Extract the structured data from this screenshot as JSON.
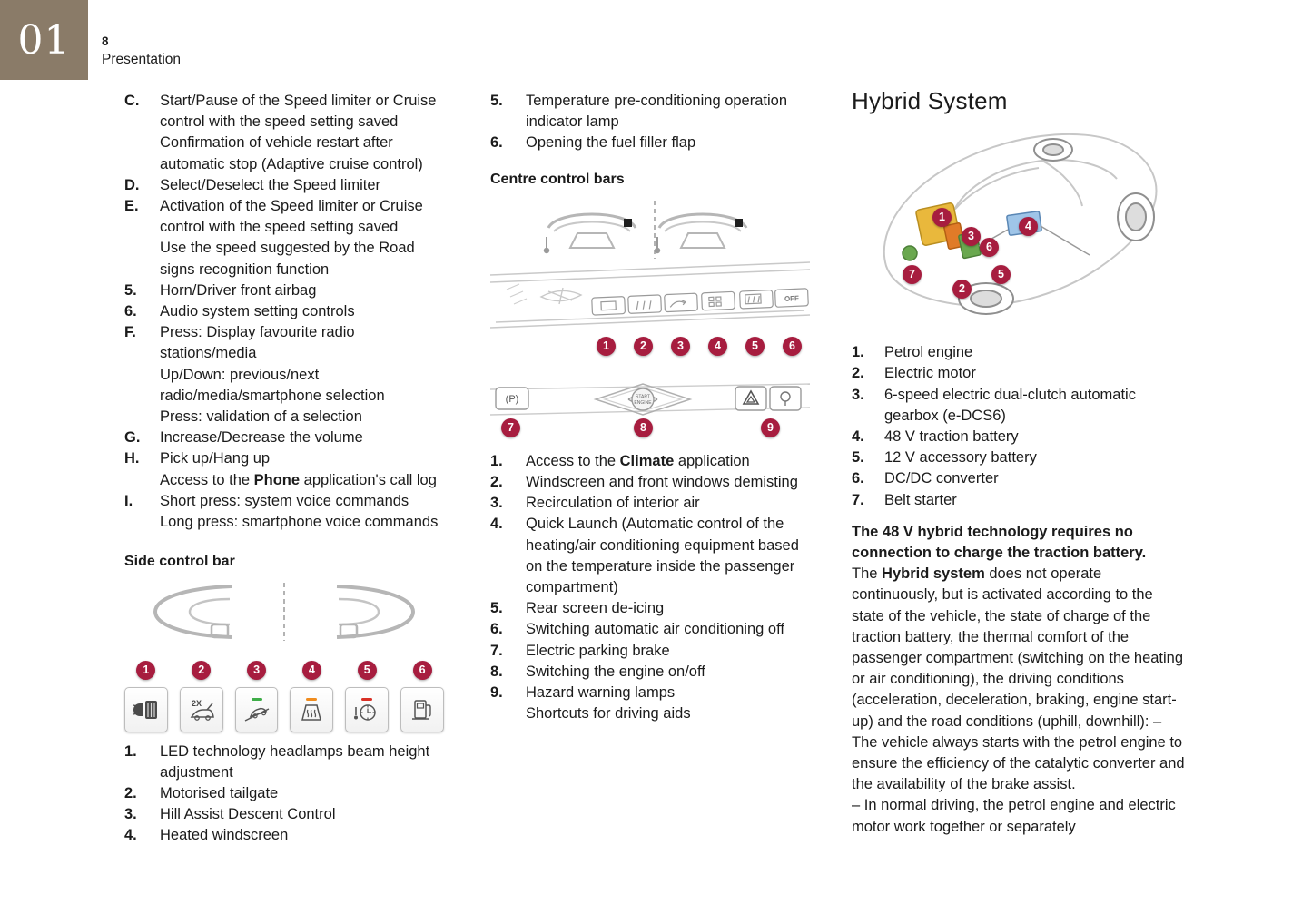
{
  "colors": {
    "accent_callout": "#a71d3f",
    "chapter_box": "#8a7b68",
    "led_green": "#3fae49",
    "led_amber": "#f08c1e",
    "led_red": "#d93025",
    "engine_yellow": "#e9b83c",
    "motor_green": "#6aa84f",
    "battery_blue": "#9fc5e8"
  },
  "icons": {
    "side_buttons": [
      "headlamp-leveling-icon",
      "motorised-tailgate-icon",
      "hill-assist-descent-icon",
      "heated-windscreen-icon",
      "pre-conditioning-timer-icon",
      "fuel-filler-flap-icon"
    ],
    "centre_buttons": [
      "climate-app-icon",
      "front-demist-icon",
      "recirculation-icon",
      "quick-launch-icon",
      "rear-demist-icon",
      "ac-off-icon",
      "parking-brake-icon",
      "start-engine-icon",
      "hazard-warning-icon"
    ],
    "misc": [
      "steering-wheel-icon",
      "thermometer-icon",
      "car-outline-drawing"
    ]
  },
  "header": {
    "chapter_number": "01",
    "page_number": "8",
    "section_title": "Presentation"
  },
  "column1": {
    "control_items": [
      {
        "label": "C.",
        "text": "Start/Pause of the Speed limiter or Cruise control with the speed setting saved\nConfirmation of vehicle restart after automatic stop (Adaptive cruise control)"
      },
      {
        "label": "D.",
        "text": "Select/Deselect the Speed limiter"
      },
      {
        "label": "E.",
        "text": "Activation of the Speed limiter or Cruise control with the speed setting saved\nUse the speed suggested by the Road signs recognition function"
      },
      {
        "label": "5.",
        "text": "Horn/Driver front airbag"
      },
      {
        "label": "6.",
        "text": "Audio system setting controls"
      },
      {
        "label": "F.",
        "text": "Press: Display favourite radio stations/media\nUp/Down: previous/next radio/media/smartphone selection\nPress: validation of a selection"
      },
      {
        "label": "G.",
        "text": "Increase/Decrease the volume"
      },
      {
        "label": "H.",
        "text": [
          {
            "t": "Pick up/Hang up\nAccess to the ",
            "b": false
          },
          {
            "t": "Phone",
            "b": true
          },
          {
            "t": " application's call log",
            "b": false
          }
        ]
      },
      {
        "label": "I.",
        "text": "Short press: system voice commands\nLong press: smartphone voice commands"
      }
    ],
    "side_control_heading": "Side control bar",
    "side_illustration": {
      "callouts": [
        "1",
        "2",
        "3",
        "4",
        "5",
        "6"
      ],
      "tailgate_button_label": "2X"
    },
    "side_control_items": [
      {
        "label": "1.",
        "text": "LED technology headlamps beam height adjustment"
      },
      {
        "label": "2.",
        "text": "Motorised tailgate"
      },
      {
        "label": "3.",
        "text": "Hill Assist Descent Control"
      },
      {
        "label": "4.",
        "text": "Heated windscreen"
      }
    ]
  },
  "column2": {
    "top_items": [
      {
        "label": "5.",
        "text": "Temperature pre-conditioning operation indicator lamp"
      },
      {
        "label": "6.",
        "text": "Opening the fuel filler flap"
      }
    ],
    "centre_control_heading": "Centre control bars",
    "centre_illustration": {
      "row1_callouts": [
        "1",
        "2",
        "3",
        "4",
        "5",
        "6"
      ],
      "row2_callouts": [
        "7",
        "8",
        "9"
      ],
      "parking_brake_label": "(P)",
      "start_engine_line1": "START",
      "start_engine_line2": "ENGINE",
      "off_label": "OFF"
    },
    "centre_control_items": [
      {
        "label": "1.",
        "text": [
          {
            "t": "Access to the ",
            "b": false
          },
          {
            "t": "Climate",
            "b": true
          },
          {
            "t": " application",
            "b": false
          }
        ]
      },
      {
        "label": "2.",
        "text": "Windscreen and front windows demisting"
      },
      {
        "label": "3.",
        "text": "Recirculation of interior air"
      },
      {
        "label": "4.",
        "text": "Quick Launch (Automatic control of the heating/air conditioning equipment based on the temperature inside the passenger compartment)"
      },
      {
        "label": "5.",
        "text": "Rear screen de-icing"
      },
      {
        "label": "6.",
        "text": "Switching automatic air conditioning off"
      },
      {
        "label": "7.",
        "text": "Electric parking brake"
      },
      {
        "label": "8.",
        "text": "Switching the engine on/off"
      },
      {
        "label": "9.",
        "text": "Hazard warning lamps\nShortcuts for driving aids"
      }
    ]
  },
  "column3": {
    "heading": "Hybrid System",
    "hybrid_illustration": {
      "callouts": [
        "1",
        "2",
        "3",
        "4",
        "5",
        "6",
        "7"
      ]
    },
    "hybrid_items": [
      {
        "label": "1.",
        "text": "Petrol engine"
      },
      {
        "label": "2.",
        "text": "Electric motor"
      },
      {
        "label": "3.",
        "text": "6-speed electric dual-clutch automatic gearbox (e-DCS6)"
      },
      {
        "label": "4.",
        "text": "48 V traction battery"
      },
      {
        "label": "5.",
        "text": "12 V accessory battery"
      },
      {
        "label": "6.",
        "text": "DC/DC converter"
      },
      {
        "label": "7.",
        "text": "Belt starter"
      }
    ],
    "paragraph": [
      {
        "t": "The 48 V hybrid technology requires no connection to charge the traction battery.",
        "b": true
      },
      {
        "t": "\nThe ",
        "b": false
      },
      {
        "t": "Hybrid system",
        "b": true
      },
      {
        "t": " does not operate continuously, but is activated according to the state of the vehicle, the state of charge of the traction battery, the thermal comfort of the passenger compartment (switching on the heating or air conditioning), the driving conditions (acceleration, deceleration, braking, engine start-up) and the road conditions (uphill, downhill): – The vehicle always starts with the petrol engine to ensure the efficiency of the catalytic converter and the availability of the brake assist.",
        "b": false
      },
      {
        "t": "\n– In normal driving, the petrol engine and electric motor work together or separately",
        "b": false
      }
    ]
  }
}
